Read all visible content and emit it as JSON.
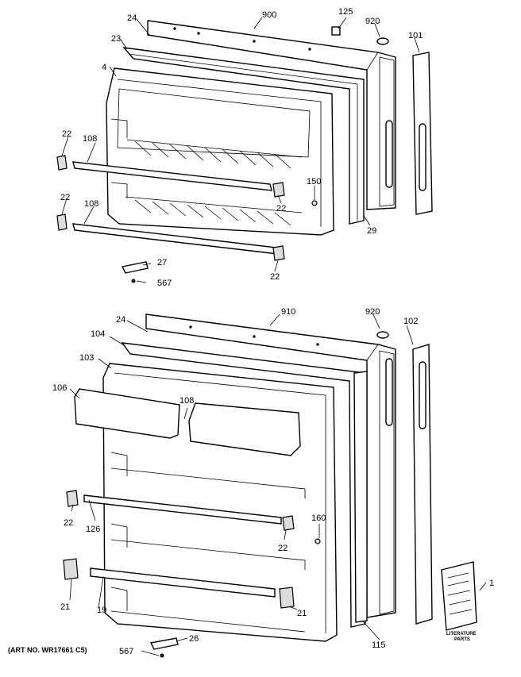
{
  "upper_door": {
    "callouts": [
      "900",
      "125",
      "920",
      "101",
      "24",
      "23",
      "4",
      "22",
      "108",
      "22",
      "108",
      "150",
      "22",
      "29",
      "27",
      "567",
      "22"
    ]
  },
  "lower_door": {
    "callouts": [
      "910",
      "920",
      "102",
      "24",
      "104",
      "103",
      "106",
      "108",
      "22",
      "126",
      "160",
      "22",
      "21",
      "19",
      "21",
      "115",
      "26",
      "567",
      "1"
    ]
  },
  "literature": {
    "caption_line1": "LITERATURE",
    "caption_line2": "PARTS"
  },
  "art_number": "(ART NO. WR17661 C5)"
}
